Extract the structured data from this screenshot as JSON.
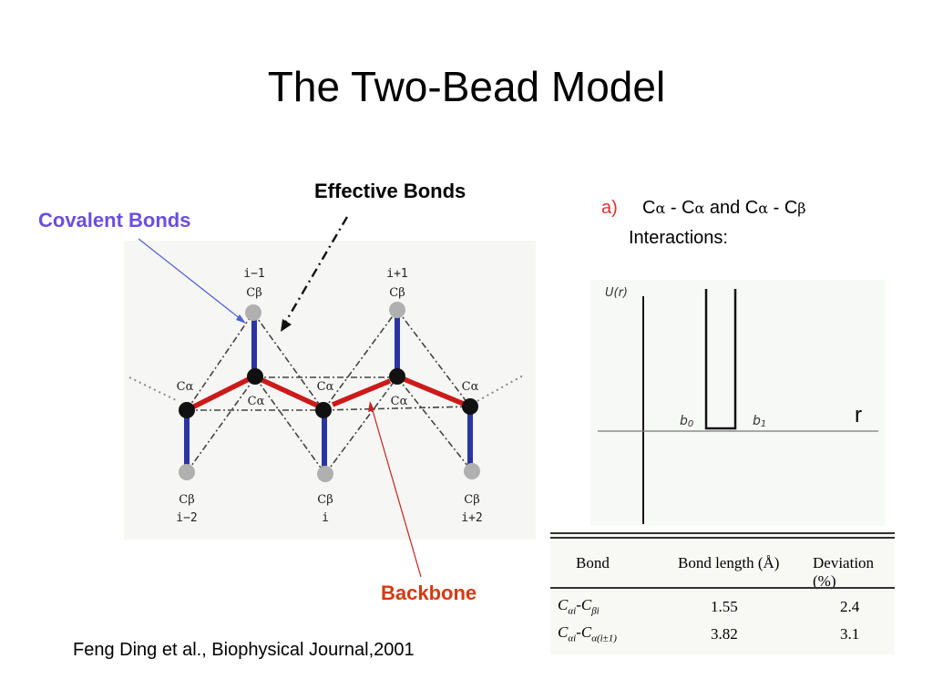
{
  "slide": {
    "title": "The Two-Bead Model",
    "citation": "Feng Ding et al., Biophysical Journal,2001"
  },
  "labels": {
    "effective_bonds": "Effective Bonds",
    "covalent_bonds": "Covalent Bonds",
    "backbone": "Backbone"
  },
  "interactions": {
    "marker": "a)",
    "c": "C",
    "alpha": "α",
    "beta": "β",
    "dash": " - ",
    "and": " and ",
    "line2": "Interactions:"
  },
  "diagram": {
    "bead_alpha": "Cα",
    "bead_beta": "Cβ",
    "top_indices": [
      "i−1",
      "i+1"
    ],
    "bottom_indices": [
      "i−2",
      "i",
      "i+2"
    ],
    "colors": {
      "covalent": "#2b35a0",
      "backbone": "#cc1a1a",
      "bead_alpha": "#111111",
      "bead_beta": "#b0b0b0",
      "covalent_label": "#6a4ee0",
      "backbone_label": "#d33a12"
    }
  },
  "energy_plot": {
    "ylabel": "U(r)",
    "b0": "b",
    "b0_sub": "0",
    "b1": "b",
    "b1_sub": "1",
    "xlabel": "r"
  },
  "table": {
    "headers": [
      "Bond",
      "Bond length (Å)",
      "Deviation (%)"
    ],
    "rows": [
      {
        "bond": "C",
        "bond_sub1": "αi",
        "bond_mid": "-C",
        "bond_sub2": "βi",
        "length": "1.55",
        "deviation": "2.4"
      },
      {
        "bond": "C",
        "bond_sub1": "αi",
        "bond_mid": "-C",
        "bond_sub2": "α(i±1)",
        "length": "3.82",
        "deviation": "3.1"
      }
    ]
  }
}
